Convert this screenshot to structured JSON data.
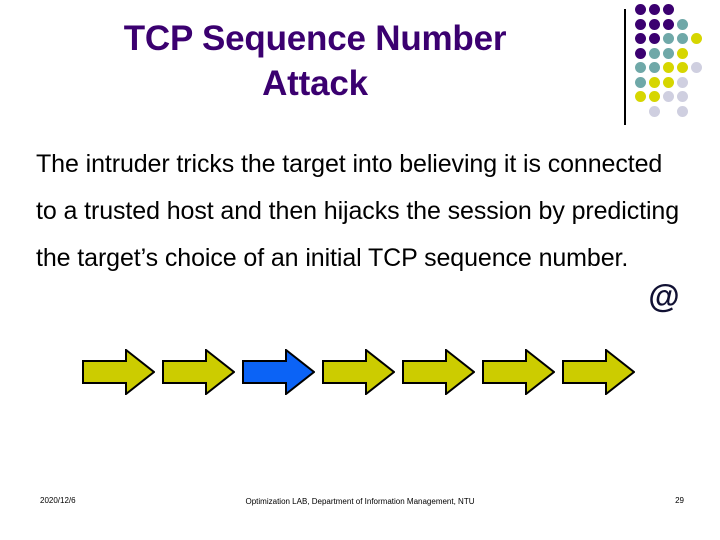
{
  "slide": {
    "background_color": "#FFFFFF",
    "title": "TCP Sequence Number\nAttack",
    "title_color": "#3B0070",
    "body": "The intruder tricks the target into believing it is connected to a trusted host and then hijacks the session by predicting the target’s choice of an initial TCP sequence number.",
    "body_color": "#000000",
    "at_symbol": "@"
  },
  "motif": {
    "name": "dot-grid-decoration",
    "rule_color": "#000000",
    "colors": {
      "purple": "#3B0070",
      "teal": "#6FA8A8",
      "yellow": "#D6D600",
      "lavender": "#CFCFE0"
    },
    "rows": [
      [
        "purple",
        "purple",
        "purple",
        "none",
        "none"
      ],
      [
        "purple",
        "purple",
        "purple",
        "teal",
        "none"
      ],
      [
        "purple",
        "purple",
        "teal",
        "teal",
        "yellow"
      ],
      [
        "purple",
        "teal",
        "teal",
        "yellow",
        "none"
      ],
      [
        "teal",
        "teal",
        "yellow",
        "yellow",
        "lavender"
      ],
      [
        "teal",
        "yellow",
        "yellow",
        "lavender",
        "none"
      ],
      [
        "yellow",
        "yellow",
        "lavender",
        "lavender",
        "none"
      ],
      [
        "none",
        "lavender",
        "none",
        "lavender",
        "none"
      ]
    ]
  },
  "arrows": {
    "count": 7,
    "yellow_fill": "#CCCC00",
    "blue_fill": "#0B63F6",
    "outline": "#000000",
    "sequence": [
      "yellow",
      "yellow",
      "blue",
      "yellow",
      "yellow",
      "yellow",
      "yellow"
    ]
  },
  "footer": {
    "date": "2020/12/6",
    "organization": "Optimization LAB, Department of Information\nManagement, NTU",
    "page_number": "29"
  }
}
